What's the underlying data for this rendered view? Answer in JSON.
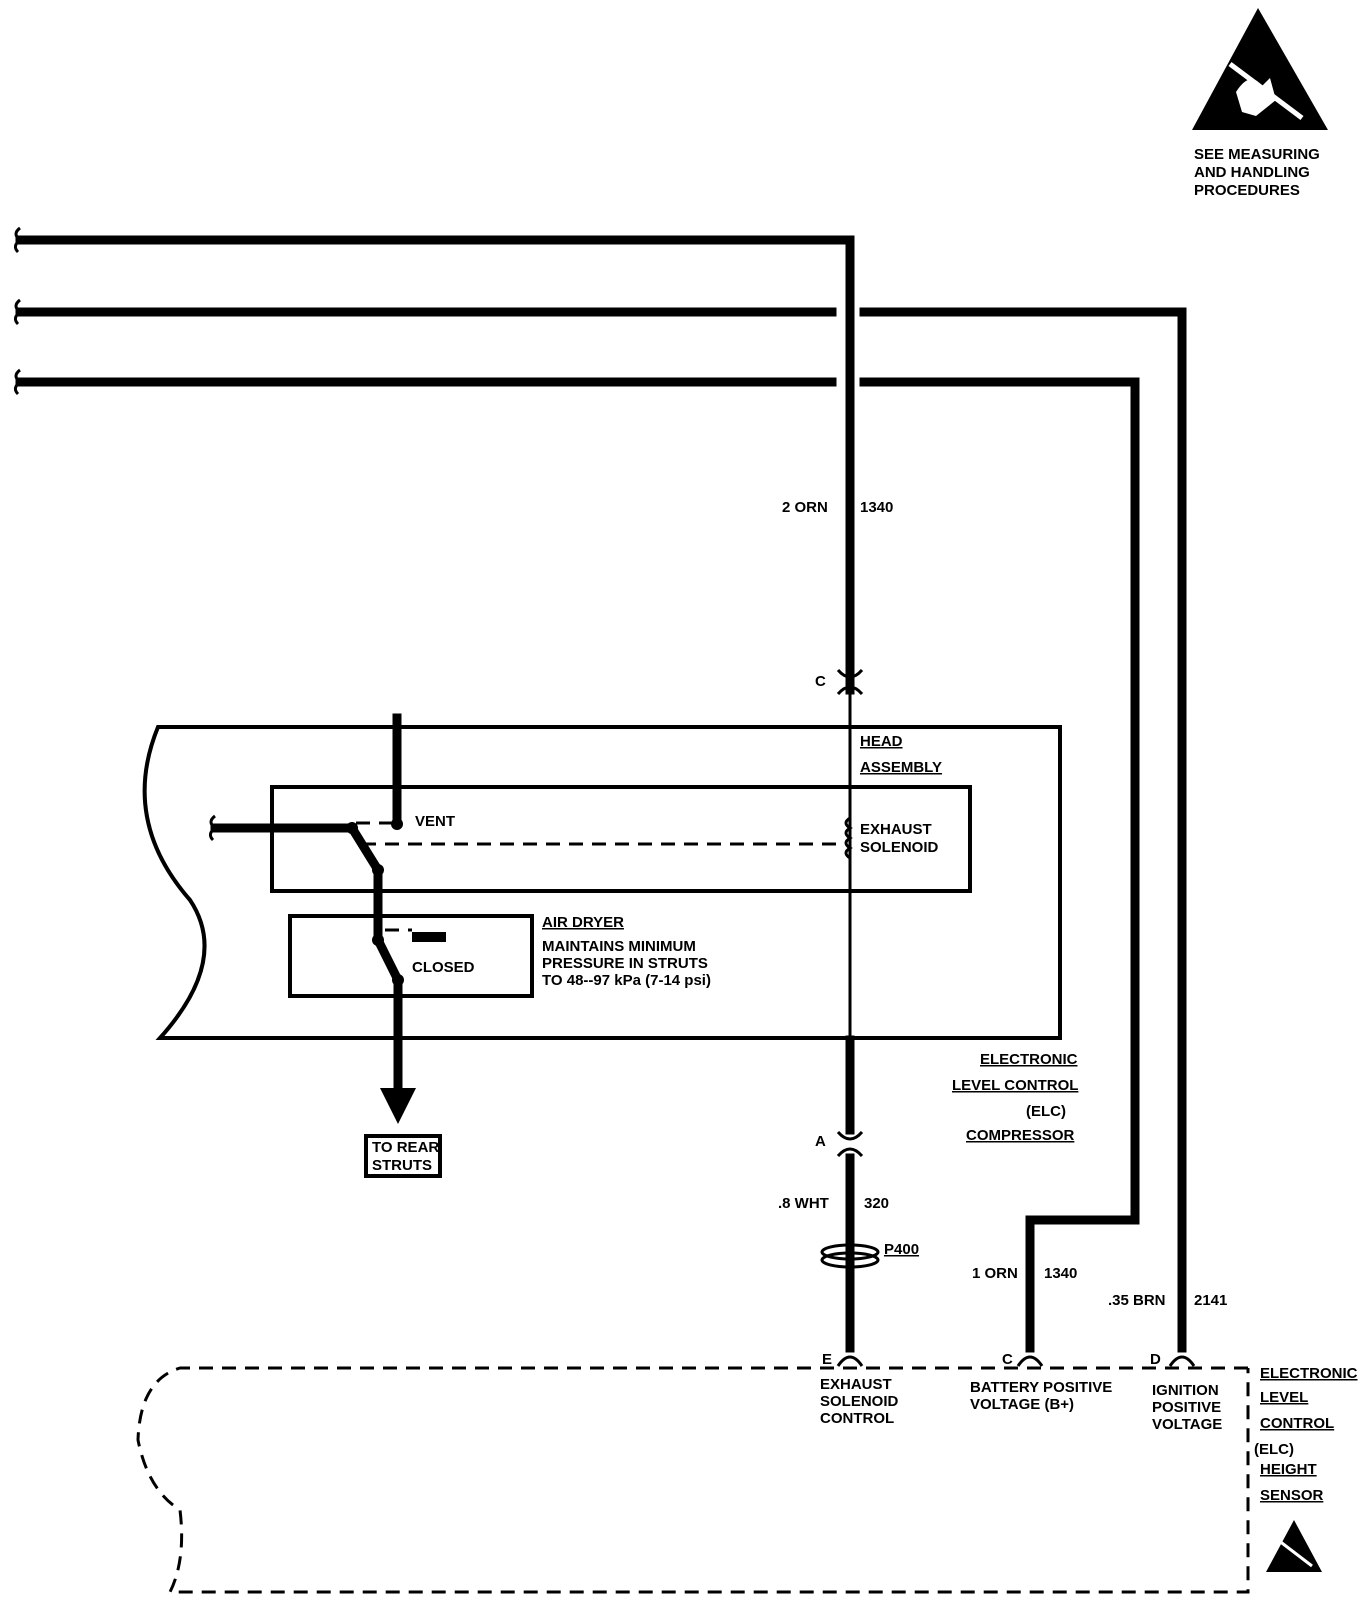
{
  "esd_note": [
    "SEE MEASURING",
    "AND HANDLING",
    "PROCEDURES"
  ],
  "wire_top": {
    "gauge_color": "2 ORN",
    "circuit": "1340"
  },
  "wire_exhaust": {
    "gauge_color": ".8 WHT",
    "circuit": "320"
  },
  "wire_battery": {
    "gauge_color": "1 ORN",
    "circuit": "1340"
  },
  "wire_ignition": {
    "gauge_color": ".35 BRN",
    "circuit": "2141"
  },
  "splice": "P400",
  "connectors": {
    "compressor_top": "C",
    "compressor_bottom": "A",
    "sensor_e": "E",
    "sensor_c": "C",
    "sensor_d": "D"
  },
  "head_assembly": [
    "HEAD",
    "ASSEMBLY"
  ],
  "exhaust_solenoid": [
    "EXHAUST",
    "SOLENOID"
  ],
  "vent": "VENT",
  "closed": "CLOSED",
  "air_dryer": {
    "title": "AIR DRYER",
    "lines": [
      "MAINTAINS MINIMUM",
      "PRESSURE IN STRUTS",
      "TO 48--97 kPa (7-14 psi)"
    ]
  },
  "to_rear_struts": [
    "TO REAR",
    "STRUTS"
  ],
  "compressor_label": [
    "ELECTRONIC",
    "LEVEL CONTROL",
    "(ELC)",
    "COMPRESSOR"
  ],
  "sensor_pins": {
    "e": [
      "EXHAUST",
      "SOLENOID",
      "CONTROL"
    ],
    "c": [
      "BATTERY POSITIVE",
      "VOLTAGE (B+)"
    ],
    "d": [
      "IGNITION",
      "POSITIVE",
      "VOLTAGE"
    ]
  },
  "sensor_label": [
    "ELECTRONIC",
    "LEVEL",
    "CONTROL",
    "(ELC)",
    "HEIGHT",
    "SENSOR"
  ]
}
